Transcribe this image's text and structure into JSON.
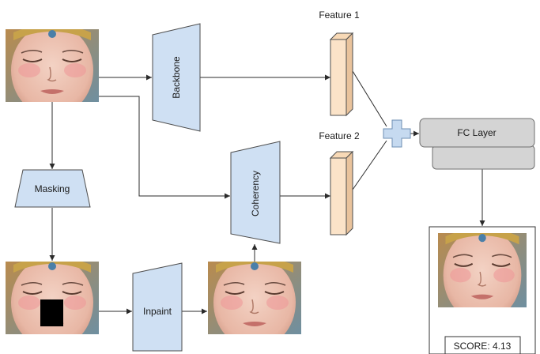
{
  "diagram": {
    "labels": {
      "backbone": "Backbone",
      "masking": "Masking",
      "inpaint": "Inpaint",
      "coherency": "Coherency",
      "feature1": "Feature 1",
      "feature2": "Feature 2",
      "fc_layer": "FC Layer",
      "score": "SCORE: 4.13"
    },
    "colors": {
      "module_fill": "#cfe0f3",
      "module_stroke": "#4d4d4d",
      "feature_fill": "#fbe3c8",
      "fc_fill": "#d4d4d4",
      "plus_fill": "#c6daf0",
      "mask_square": "#000000",
      "line": "#2b2b2b"
    },
    "images": {
      "input": "face-input-image",
      "masked": "face-masked-image",
      "inpainted": "face-inpainted-image",
      "output": "face-output-image"
    }
  }
}
